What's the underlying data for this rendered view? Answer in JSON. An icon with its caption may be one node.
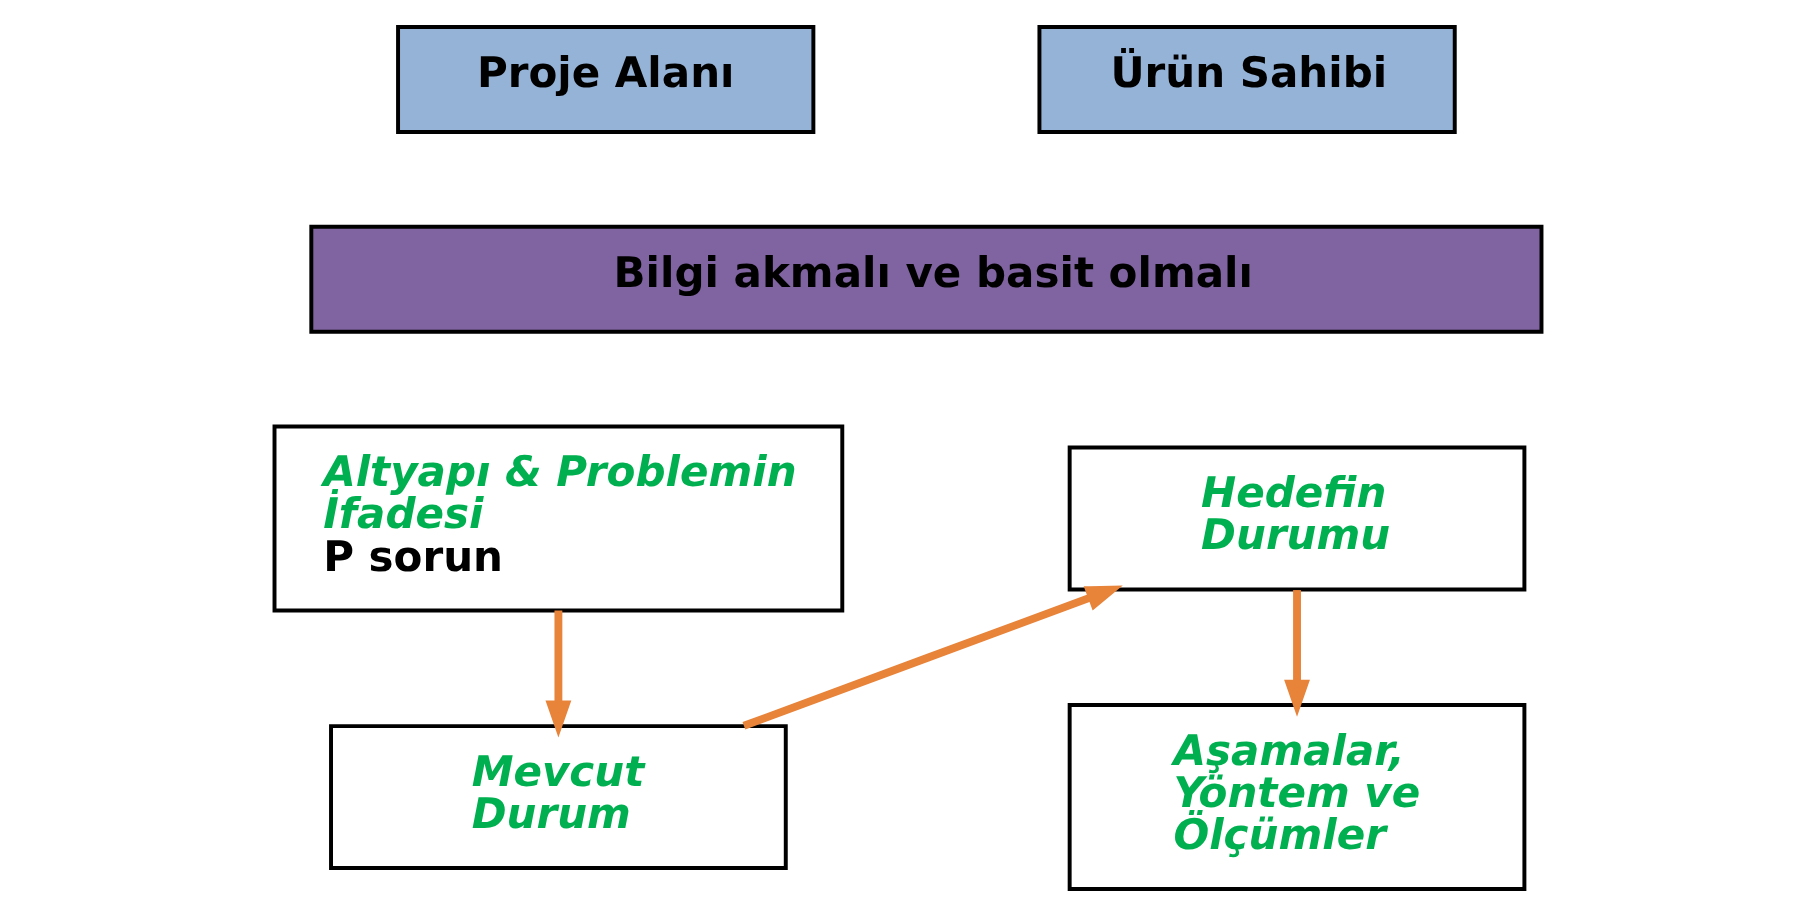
{
  "diagram": {
    "nodes": [
      {
        "text": [
          "Proje Alanı"
        ]
      },
      {
        "text": [
          "Ürün Sahibi"
        ]
      },
      {
        "text": [
          "Bilgi akmalı ve basit olmalı"
        ]
      },
      {
        "text": [
          "Altyapı & Problemin İfadesi",
          "P sorun"
        ]
      },
      {
        "text": [
          "Mevcut Durum"
        ]
      },
      {
        "text": [
          "Hedefin Durumu"
        ]
      },
      {
        "text": [
          "Aşamalar, Yöntem ve Ölçümler"
        ]
      }
    ],
    "edges": [
      {
        "from": 3,
        "to": 4,
        "arrow": "to"
      },
      {
        "from": 4,
        "to": 5,
        "arrow": "to"
      },
      {
        "from": 5,
        "to": 6,
        "arrow": "to"
      }
    ]
  }
}
